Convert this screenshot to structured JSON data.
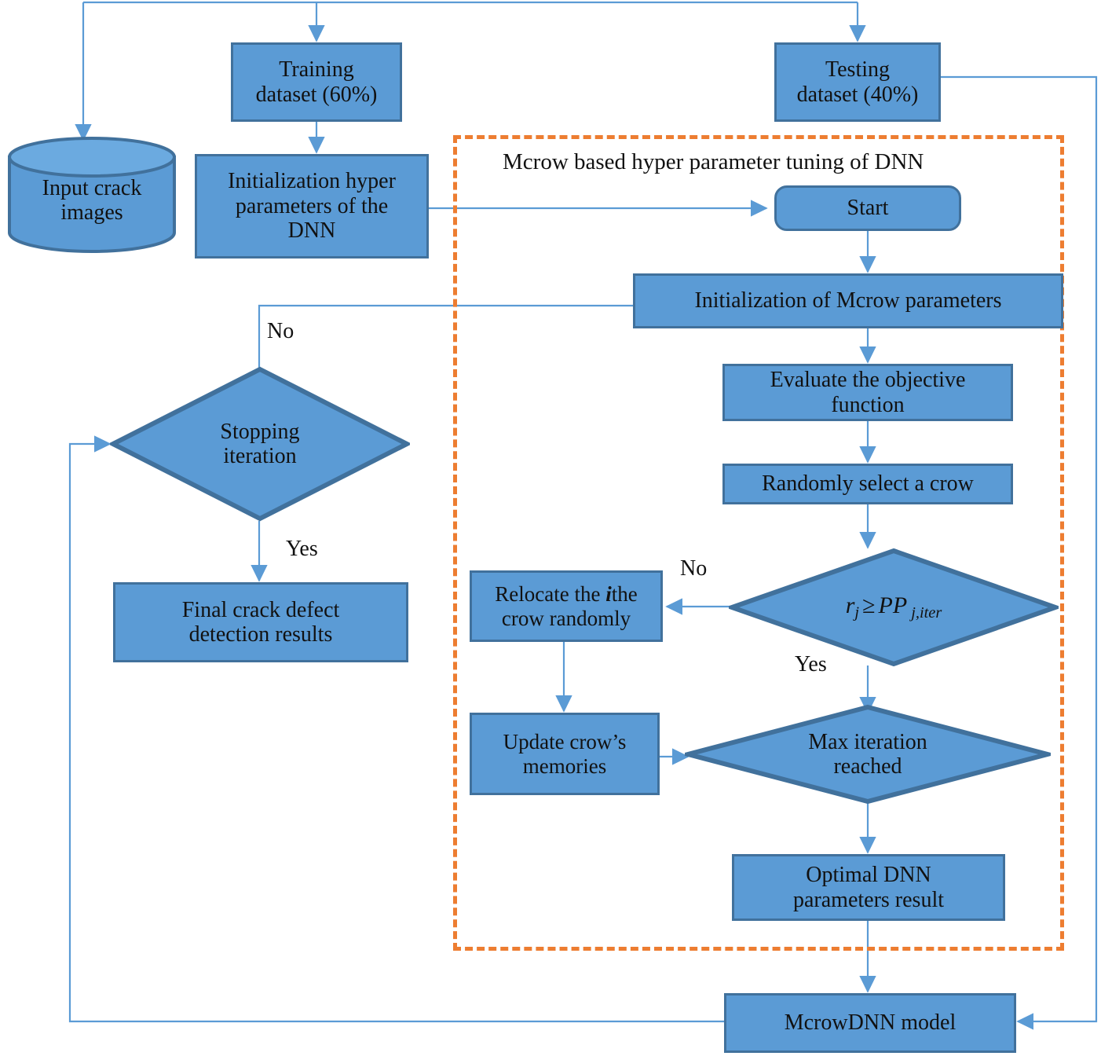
{
  "diagram": {
    "title": "Mcrow based hyper parameter tuning of DNN flowchart",
    "colors": {
      "node_fill": "#5B9BD5",
      "node_border": "#41719C",
      "connector": "#5B9BD5",
      "group_border": "#ED7D31",
      "text": "#000000",
      "background": "#FFFFFF"
    },
    "group": {
      "label": "Mcrow based hyper parameter tuning of DNN",
      "border_style": "dashed",
      "border_color": "#ED7D31"
    },
    "nodes": {
      "input_crack_images": {
        "label": "Input crack\nimages",
        "shape": "cylinder"
      },
      "training_dataset": {
        "label": "Training\ndataset (60%)",
        "shape": "rectangle"
      },
      "testing_dataset": {
        "label": "Testing\ndataset (40%)",
        "shape": "rectangle"
      },
      "init_hyper": {
        "label": "Initialization hyper\nparameters of the\nDNN",
        "shape": "rectangle"
      },
      "start": {
        "label": "Start",
        "shape": "rounded-rectangle"
      },
      "init_mcrow": {
        "label": "Initialization of Mcrow parameters",
        "shape": "rectangle"
      },
      "evaluate_objective": {
        "label": "Evaluate the objective\nfunction",
        "shape": "rectangle"
      },
      "random_crow": {
        "label": "Randomly select a crow",
        "shape": "rectangle"
      },
      "decision_rj": {
        "label": "r_j ≥ PP _{j,iter}",
        "shape": "diamond",
        "math": {
          "var1": "r",
          "sub1": "j",
          "op": "≥",
          "var2": "PP",
          "sub2": "j,iter"
        }
      },
      "relocate_crow": {
        "label": "Relocate the ithe\ncrow randomly",
        "shape": "rectangle",
        "label_parts": [
          "Relocate the ",
          "i",
          "the",
          "crow randomly"
        ]
      },
      "update_memories": {
        "label": "Update crow’s\nmemories",
        "shape": "rectangle"
      },
      "max_iteration": {
        "label": "Max iteration\nreached",
        "shape": "diamond"
      },
      "optimal_dnn": {
        "label": "Optimal DNN\nparameters result",
        "shape": "rectangle"
      },
      "mcrowdnn_model": {
        "label": "McrowDNN model",
        "shape": "rectangle"
      },
      "stopping_iteration": {
        "label": "Stopping\niteration",
        "shape": "diamond"
      },
      "final_results": {
        "label": "Final crack defect\ndetection results",
        "shape": "rectangle"
      }
    },
    "edge_labels": {
      "no_rj": "No",
      "yes_rj": "Yes",
      "no_stopping": "No",
      "yes_stopping": "Yes"
    }
  }
}
